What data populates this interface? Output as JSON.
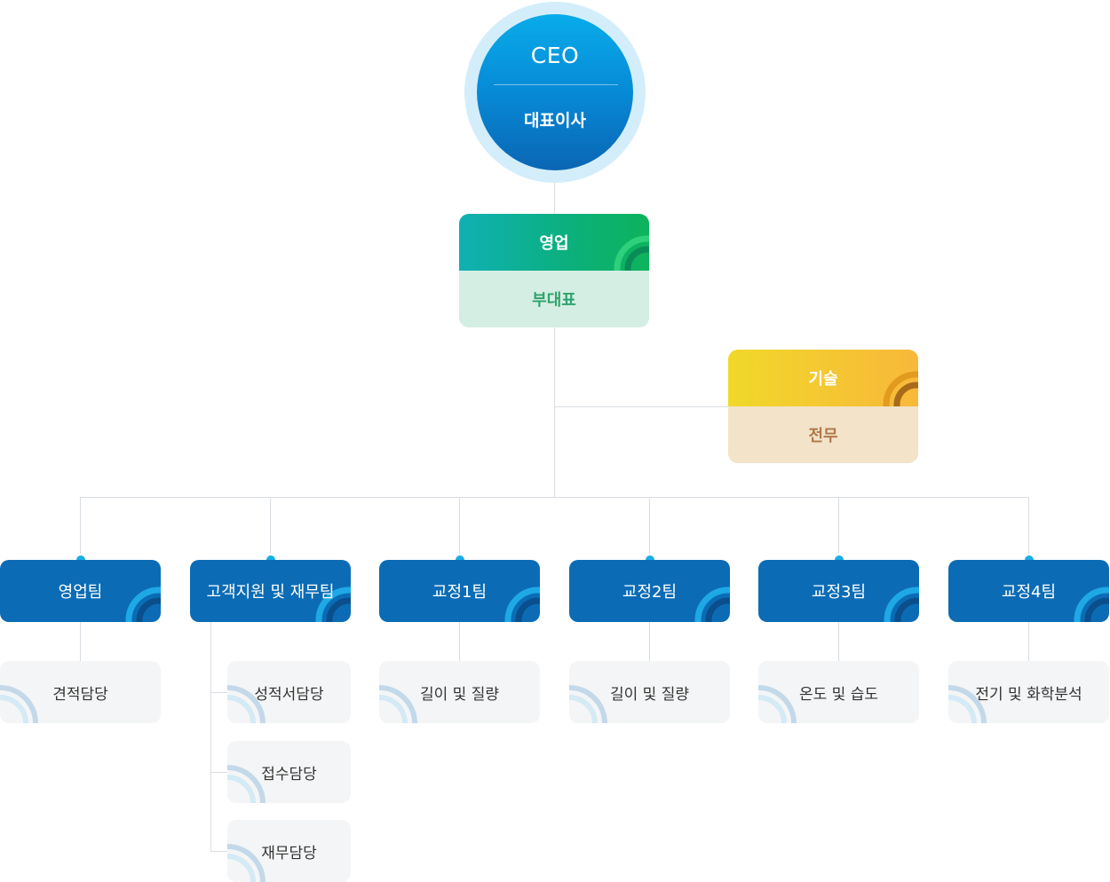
{
  "ceo": {
    "title": "CEO",
    "subtitle": "대표이사"
  },
  "sales_exec": {
    "department": "영업",
    "position": "부대표"
  },
  "tech_exec": {
    "department": "기술",
    "position": "전무"
  },
  "teams": [
    {
      "name": "영업팀",
      "roles": [
        "견적담당"
      ]
    },
    {
      "name": "고객지원 및 재무팀",
      "roles": [
        "성적서담당",
        "접수담당",
        "재무담당"
      ]
    },
    {
      "name": "교정1팀",
      "roles": [
        "길이 및 질량"
      ]
    },
    {
      "name": "교정2팀",
      "roles": [
        "길이 및 질량"
      ]
    },
    {
      "name": "교정3팀",
      "roles": [
        "온도 및 습도"
      ]
    },
    {
      "name": "교정4팀",
      "roles": [
        "전기 및 화학분석"
      ]
    }
  ],
  "colors": {
    "ceo": "#0a7ecf",
    "sales_head": "#12b08a",
    "sales_foot": "#d4eee4",
    "sales_text": "#2fa36b",
    "tech_head": "#f6c329",
    "tech_foot": "#f2e3c9",
    "tech_text": "#b0784a",
    "team": "#0b6cb5",
    "role": "#f4f5f6",
    "connector": "#d9dde2"
  }
}
